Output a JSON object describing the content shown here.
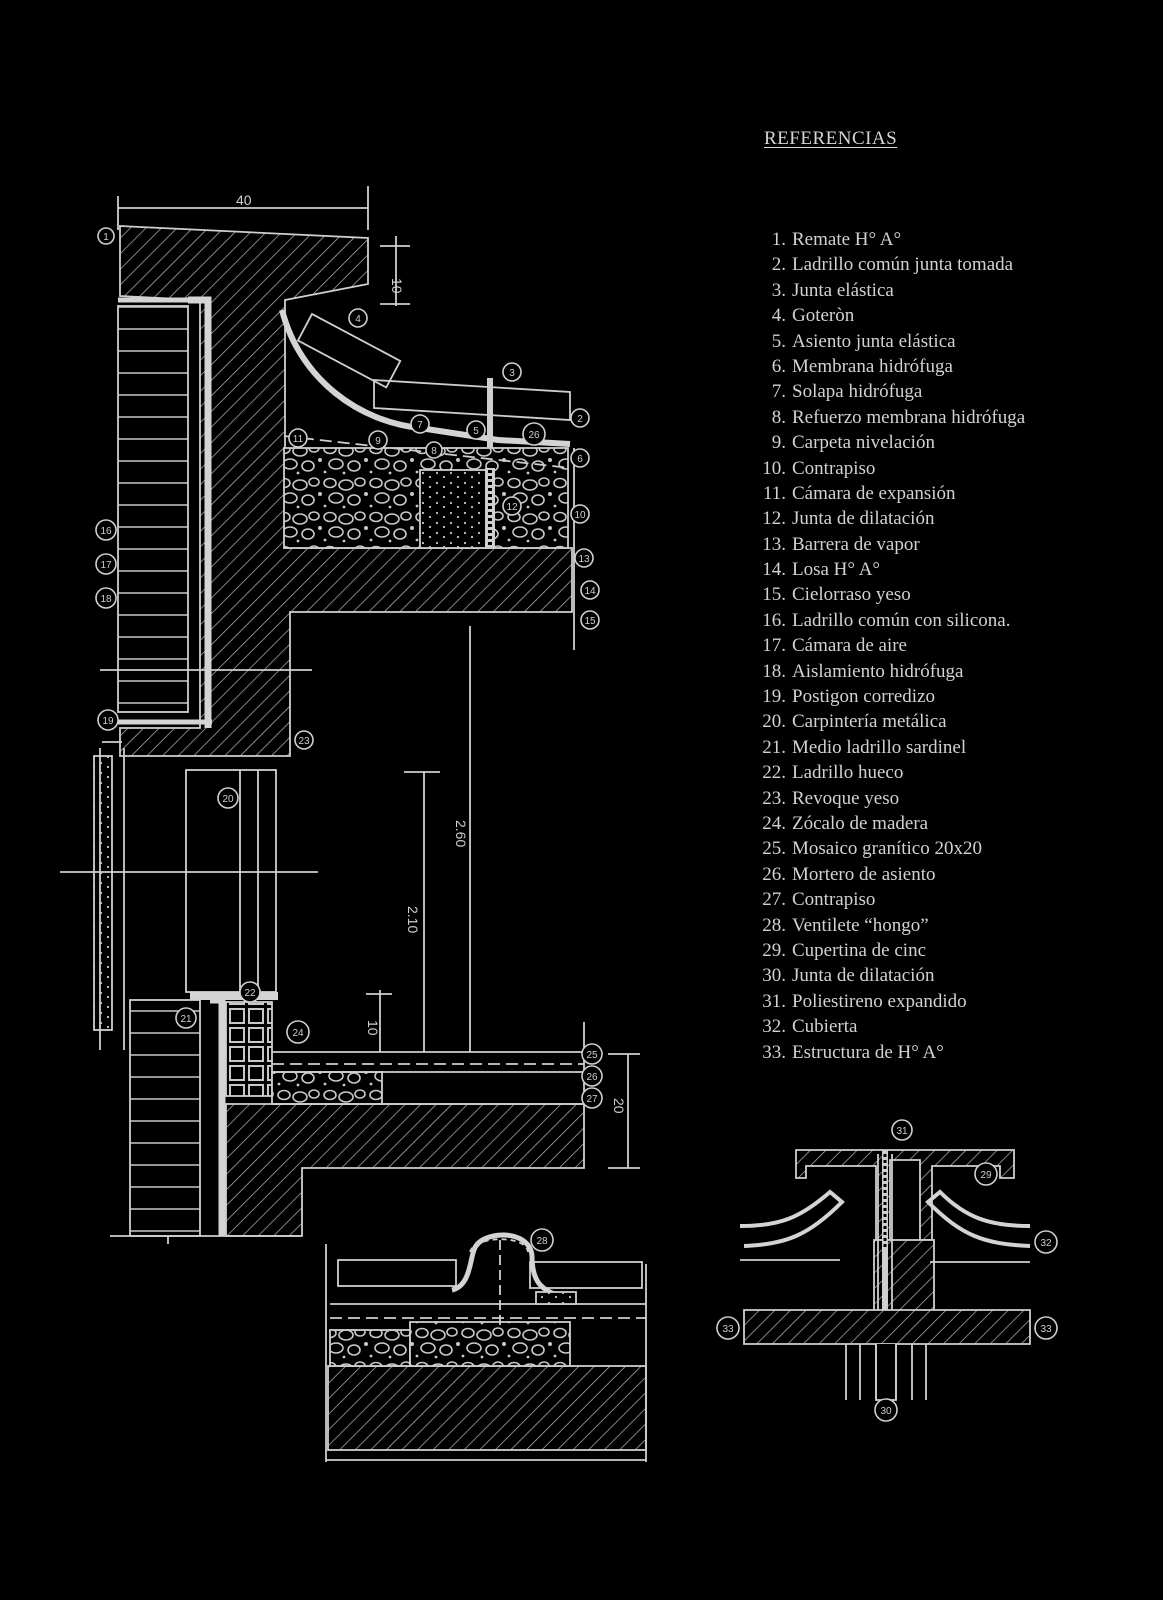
{
  "references": {
    "title": "REFERENCIAS",
    "items": [
      {
        "num": "1.",
        "text": "Remate H° A°"
      },
      {
        "num": "2.",
        "text": "Ladrillo común junta tomada"
      },
      {
        "num": "3.",
        "text": "Junta elástica"
      },
      {
        "num": "4.",
        "text": "Goteròn"
      },
      {
        "num": "5.",
        "text": "Asiento junta elástica"
      },
      {
        "num": "6.",
        "text": "Membrana hidrófuga"
      },
      {
        "num": "7.",
        "text": "Solapa hidrófuga"
      },
      {
        "num": "8.",
        "text": "Refuerzo membrana hidrófuga"
      },
      {
        "num": "9.",
        "text": "Carpeta nivelación"
      },
      {
        "num": "10.",
        "text": "Contrapiso"
      },
      {
        "num": "11.",
        "text": "Cámara de expansión"
      },
      {
        "num": "12.",
        "text": "Junta de dilatación"
      },
      {
        "num": "13.",
        "text": "Barrera de vapor"
      },
      {
        "num": "14.",
        "text": "Losa H° A°"
      },
      {
        "num": "15.",
        "text": "Cielorraso yeso"
      },
      {
        "num": "16.",
        "text": "Ladrillo común con silicona."
      },
      {
        "num": "17.",
        "text": "Cámara de aire"
      },
      {
        "num": "18.",
        "text": "Aislamiento hidrófuga"
      },
      {
        "num": "19.",
        "text": "Postigon corredizo"
      },
      {
        "num": "20.",
        "text": "Carpintería metálica"
      },
      {
        "num": "21.",
        "text": "Medio ladrillo sardinel"
      },
      {
        "num": "22.",
        "text": "Ladrillo hueco"
      },
      {
        "num": "23.",
        "text": "Revoque yeso"
      },
      {
        "num": "24.",
        "text": "Zócalo de madera"
      },
      {
        "num": "25.",
        "text": "Mosaico granítico 20x20"
      },
      {
        "num": "26.",
        "text": "Mortero de asiento"
      },
      {
        "num": "27.",
        "text": "Contrapiso"
      },
      {
        "num": "28.",
        "text": "Ventilete “hongo”"
      },
      {
        "num": "29.",
        "text": "Cupertina de cinc"
      },
      {
        "num": "30.",
        "text": "Junta de dilatación"
      },
      {
        "num": "31.",
        "text": "Poliestireno expandido"
      },
      {
        "num": "32.",
        "text": "Cubierta"
      },
      {
        "num": "33.",
        "text": "Estructura de H° A°"
      }
    ]
  },
  "dimensions": {
    "parapet_width": "40",
    "parapet_height": "10",
    "floor_height": "2.60",
    "window_height": "2.10",
    "sill_height": "10",
    "slab_depth": "20"
  },
  "callouts": {
    "c1": "1",
    "c2": "2",
    "c3": "3",
    "c4": "4",
    "c5": "5",
    "c6": "6",
    "c7": "7",
    "c8": "8",
    "c9": "9",
    "c10": "10",
    "c11": "11",
    "c12": "12",
    "c13": "13",
    "c14": "14",
    "c15": "15",
    "c16": "16",
    "c17": "17",
    "c18": "18",
    "c19": "19",
    "c20": "20",
    "c21": "21",
    "c22": "22",
    "c23": "23",
    "c24": "24",
    "c25": "25",
    "c26": "26",
    "c27": "27",
    "c28": "28",
    "c29": "29",
    "c30": "30",
    "c31": "31",
    "c32": "32",
    "c33a": "33",
    "c33b": "33"
  },
  "colors": {
    "background": "#000000",
    "line": "#cfcfcf",
    "text": "#d2d2d2"
  }
}
